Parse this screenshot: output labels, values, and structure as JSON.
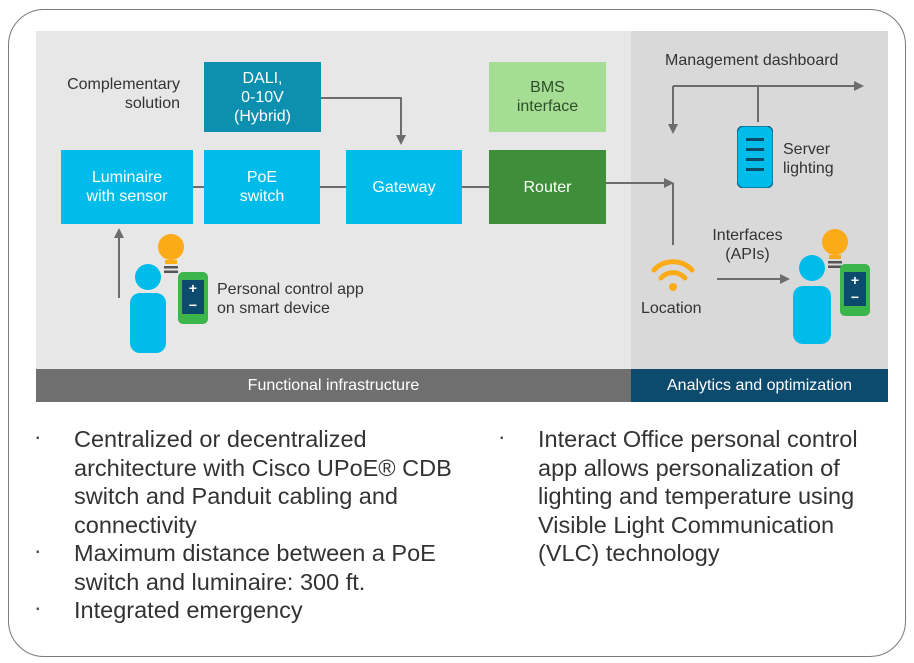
{
  "diagram": {
    "complementary_label": "Complementary\nsolution",
    "boxes": {
      "dali": "DALI,\n0-10V\n(Hybrid)",
      "bms": "BMS\ninterface",
      "luminaire": "Luminaire\nwith sensor",
      "poe": "PoE\nswitch",
      "gateway": "Gateway",
      "router": "Router"
    },
    "management_dashboard": "Management dashboard",
    "server_lighting": "Server\nlighting",
    "interfaces": "Interfaces\n(APIs)",
    "location": "Location",
    "personal_app": "Personal control app\non smart device",
    "phone_plus": "+",
    "phone_minus": "−",
    "band_left": "Functional infrastructure",
    "band_right": "Analytics and optimization",
    "colors": {
      "gray_bg": "#e7e7e7",
      "gray_bg_right": "#d9d9d9",
      "cyan": "#00bceb",
      "teal": "#0d8fb0",
      "green_dark": "#3f8f3a",
      "green_light": "#a6dd95",
      "band_gray": "#6f6f6f",
      "band_navy": "#0c4a6e",
      "bulb": "#fbab18",
      "wifi": "#fbab18"
    }
  },
  "bullets_left": [
    "Centralized or decentralized architecture with Cisco UPoE® CDB switch and Panduit cabling and connectivity",
    "Maximum distance between a PoE switch and luminaire: 300 ft.",
    "Integrated emergency"
  ],
  "bullets_right": [
    "Interact Office personal control app allows personalization of lighting and temperature using Visible Light Communication (VLC) technology"
  ]
}
